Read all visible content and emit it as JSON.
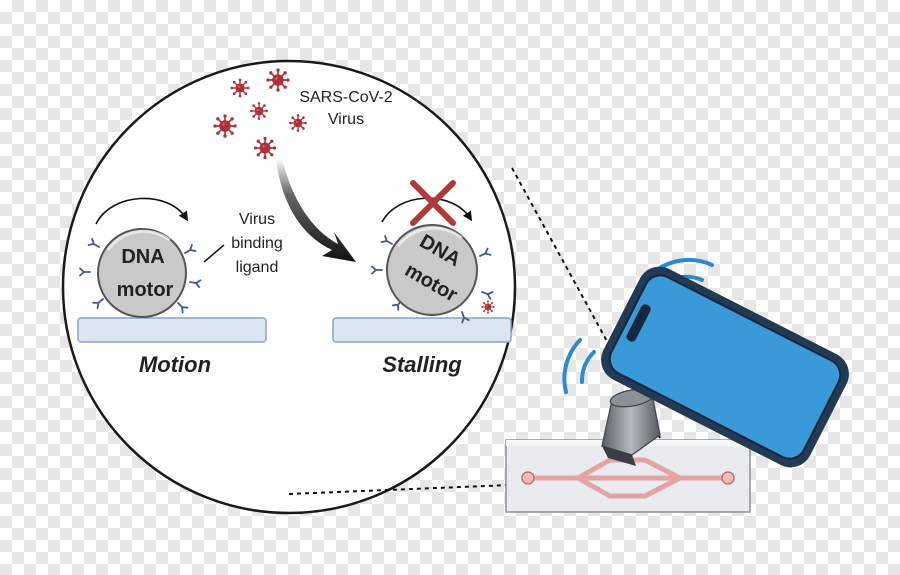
{
  "virus": {
    "name_line1": "SARS-CoV-2",
    "name_line2": "Virus"
  },
  "ligand": {
    "line1": "Virus",
    "line2": "binding",
    "line3": "ligand"
  },
  "motor": {
    "line1": "DNA",
    "line2": "motor"
  },
  "states": {
    "motion": "Motion",
    "stalling": "Stalling"
  },
  "colors": {
    "virus": "#b0303a",
    "motor_fill": "#c9c9c9",
    "surface": "#dce6f3",
    "surface_stroke": "#8aa3c8",
    "phone": "#3a9ad9",
    "phone_frame": "#233a55",
    "cross": "#b03a3a",
    "channel": "#e5a3a3"
  }
}
